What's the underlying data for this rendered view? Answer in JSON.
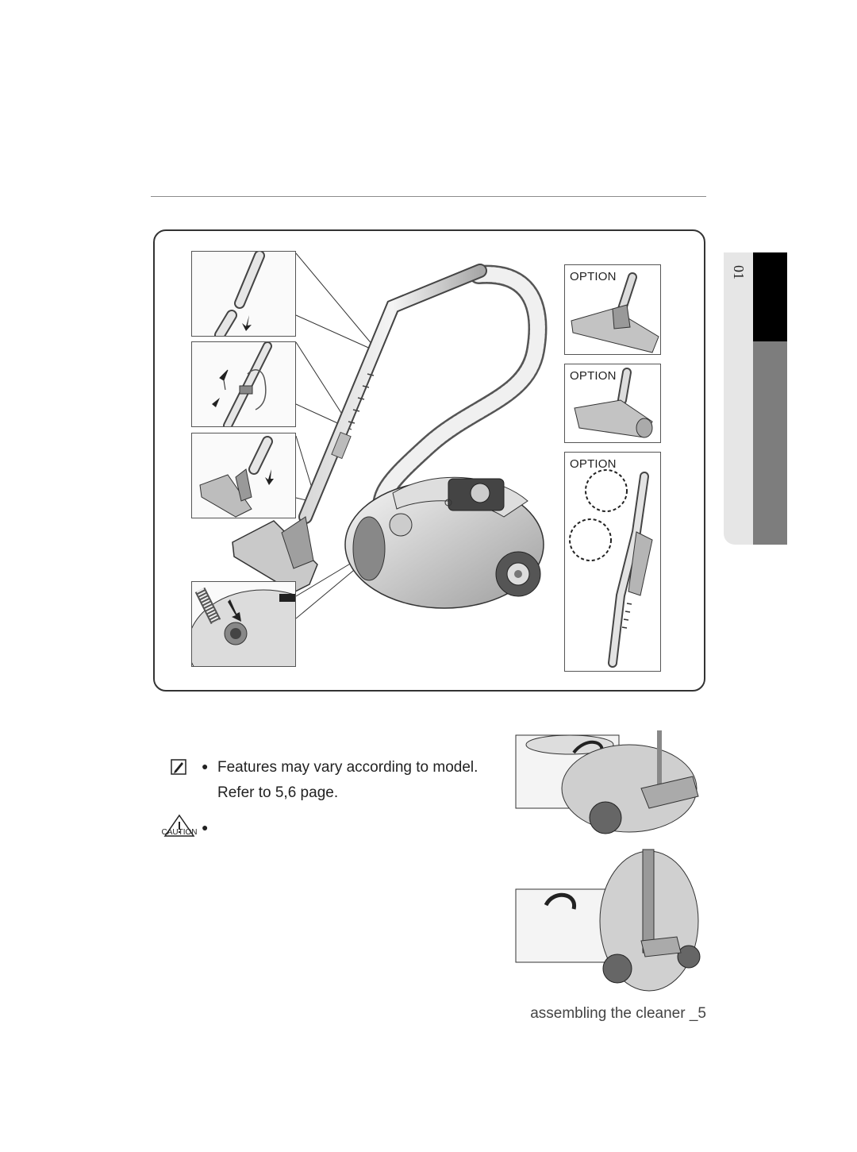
{
  "options": [
    {
      "label": "OPTION"
    },
    {
      "label": "OPTION"
    },
    {
      "label": "OPTION"
    }
  ],
  "section_tab": {
    "number": "01"
  },
  "notes": {
    "note_text_line1": "Features may vary according to model.",
    "note_text_line2": "Refer to 5,6 page.",
    "caution_label": "CAUTION"
  },
  "footer": {
    "text": "assembling the cleaner _5"
  },
  "icons": {
    "note": "note-pencil-icon",
    "caution": "caution-triangle-icon"
  }
}
